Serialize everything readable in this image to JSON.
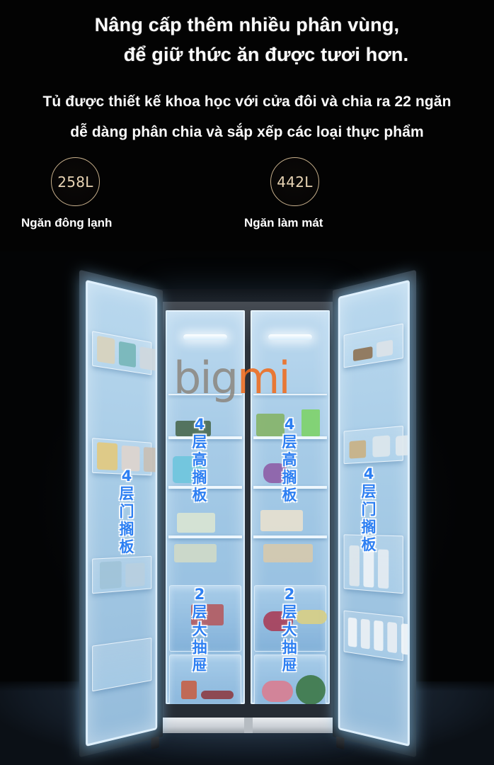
{
  "headline": {
    "line1": "Nâng cấp thêm nhiều phân vùng,",
    "line2": "để giữ thức ăn được tươi hơn."
  },
  "subheading": {
    "line1": "Tủ được thiết kế khoa học với cửa đôi và chia ra 22 ngăn",
    "line2": "dễ dàng phân chia và sắp xếp các loại thực phẩm"
  },
  "capacity_badges": [
    {
      "volume": "258L",
      "caption": "Ngăn đông lạnh"
    },
    {
      "volume": "442L",
      "caption": "Ngăn làm mát"
    }
  ],
  "watermark": {
    "part1": "big",
    "part2": "mi"
  },
  "product_labels": [
    {
      "id": "left-door",
      "text": "4层门搁板"
    },
    {
      "id": "freezer-shelves",
      "text": "4层高搁板"
    },
    {
      "id": "cooler-shelves",
      "text": "4层高搁板"
    },
    {
      "id": "right-door",
      "text": "4层门搁板"
    },
    {
      "id": "freezer-drawers",
      "text": "2层大抽屉"
    },
    {
      "id": "cooler-drawers",
      "text": "2层大抽屉"
    }
  ],
  "colors": {
    "background": "#030303",
    "heading_text": "#ffffff",
    "badge_ring": "#c9b18d",
    "badge_volume_text": "#e8d4b4",
    "label_blue": "#2d7ff2",
    "label_outline": "#ffffff",
    "watermark_gray": "#8d8881",
    "watermark_orange": "#ef6c1d",
    "interior_blue": "#a9cde8",
    "floor": "#1d2936"
  }
}
